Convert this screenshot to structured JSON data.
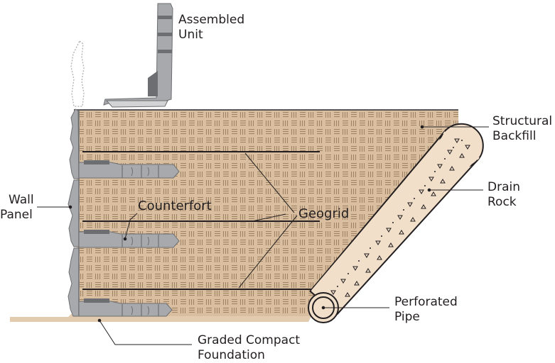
{
  "labels": {
    "assembled_unit": [
      "Assembled",
      "Unit"
    ],
    "structural_backfill": [
      "Structural",
      "Backfill"
    ],
    "wall_panel": [
      "Wall",
      "Panel"
    ],
    "counterfort": "Counterfort",
    "geogrid": "Geogrid",
    "drain_rock": [
      "Drain",
      "Rock"
    ],
    "perforated_pipe": [
      "Perforated",
      "Pipe"
    ],
    "graded_compact_foundation": [
      "Graded Compact",
      "Foundation"
    ]
  },
  "colors": {
    "backfill_fill": "#d9bf9f",
    "backfill_pattern": "#a08264",
    "drain_rock_fill": "#f1dfca",
    "concrete_fill": "#a7a9ac",
    "concrete_dark": "#6d6e71",
    "geogrid_line": "#231f20",
    "leader_line": "#231f20",
    "foundation_fill": "#e3cbaf"
  }
}
